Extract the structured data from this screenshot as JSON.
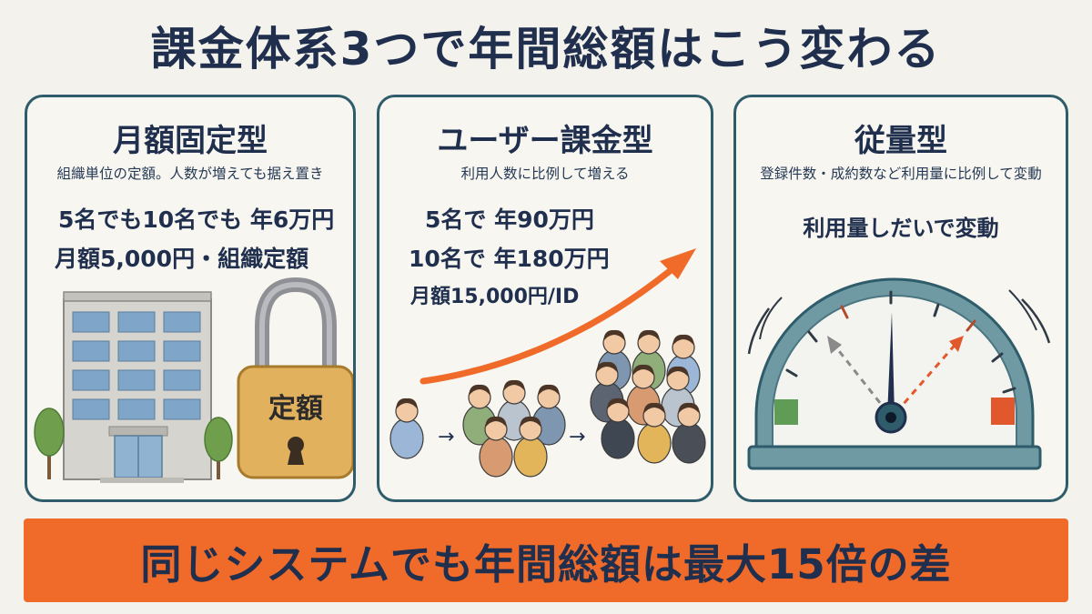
{
  "title": "課金体系3つで年間総額はこう変わる",
  "cards": [
    {
      "title": "月額固定型",
      "subtitle": "組織単位の定額。人数が増えても据え置き",
      "lines": [
        "5名でも10名でも 年6万円",
        "月額5,000円・組織定額"
      ],
      "lock_label": "定額",
      "illustration": [
        "office-building",
        "padlock"
      ]
    },
    {
      "title": "ユーザー課金型",
      "subtitle": "利用人数に比例して増える",
      "lines": [
        "5名で 年90万円",
        "10名で 年180万円",
        "月額15,000円/ID"
      ],
      "illustration": [
        "growth-arrow",
        "people-groups"
      ]
    },
    {
      "title": "従量型",
      "subtitle": "登録件数・成約数など利用量に比例して変動",
      "lines": [
        "利用量しだいで変動"
      ],
      "illustration": [
        "gauge-meter"
      ]
    }
  ],
  "banner": "同じシステムでも年間総額は最大15倍の差",
  "colors": {
    "background": "#f4f2ec",
    "card_border": "#2f5c6a",
    "text": "#1f2f4d",
    "accent_orange": "#f06b2a",
    "lock_gold": "#e2b15e"
  }
}
